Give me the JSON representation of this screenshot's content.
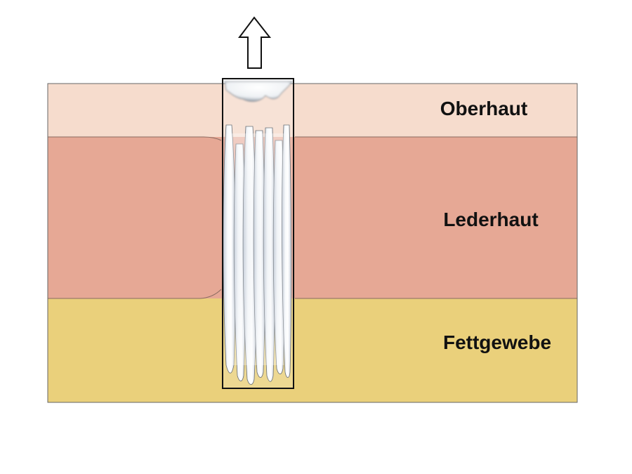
{
  "layers": [
    {
      "id": "epidermis",
      "label": "Oberhaut",
      "color": "#f6dccd"
    },
    {
      "id": "dermis",
      "label": "Lederhaut",
      "color": "#e6a895"
    },
    {
      "id": "subcutis",
      "label": "Fettgewebe",
      "color": "#ead07b"
    }
  ],
  "colors": {
    "outline": "#555555",
    "sample_frame": "#111111",
    "tissue_light": "#f4f6f8",
    "tissue_shade": "#c9d0da"
  },
  "icons": {
    "arrow": "extraction-arrow-icon"
  }
}
